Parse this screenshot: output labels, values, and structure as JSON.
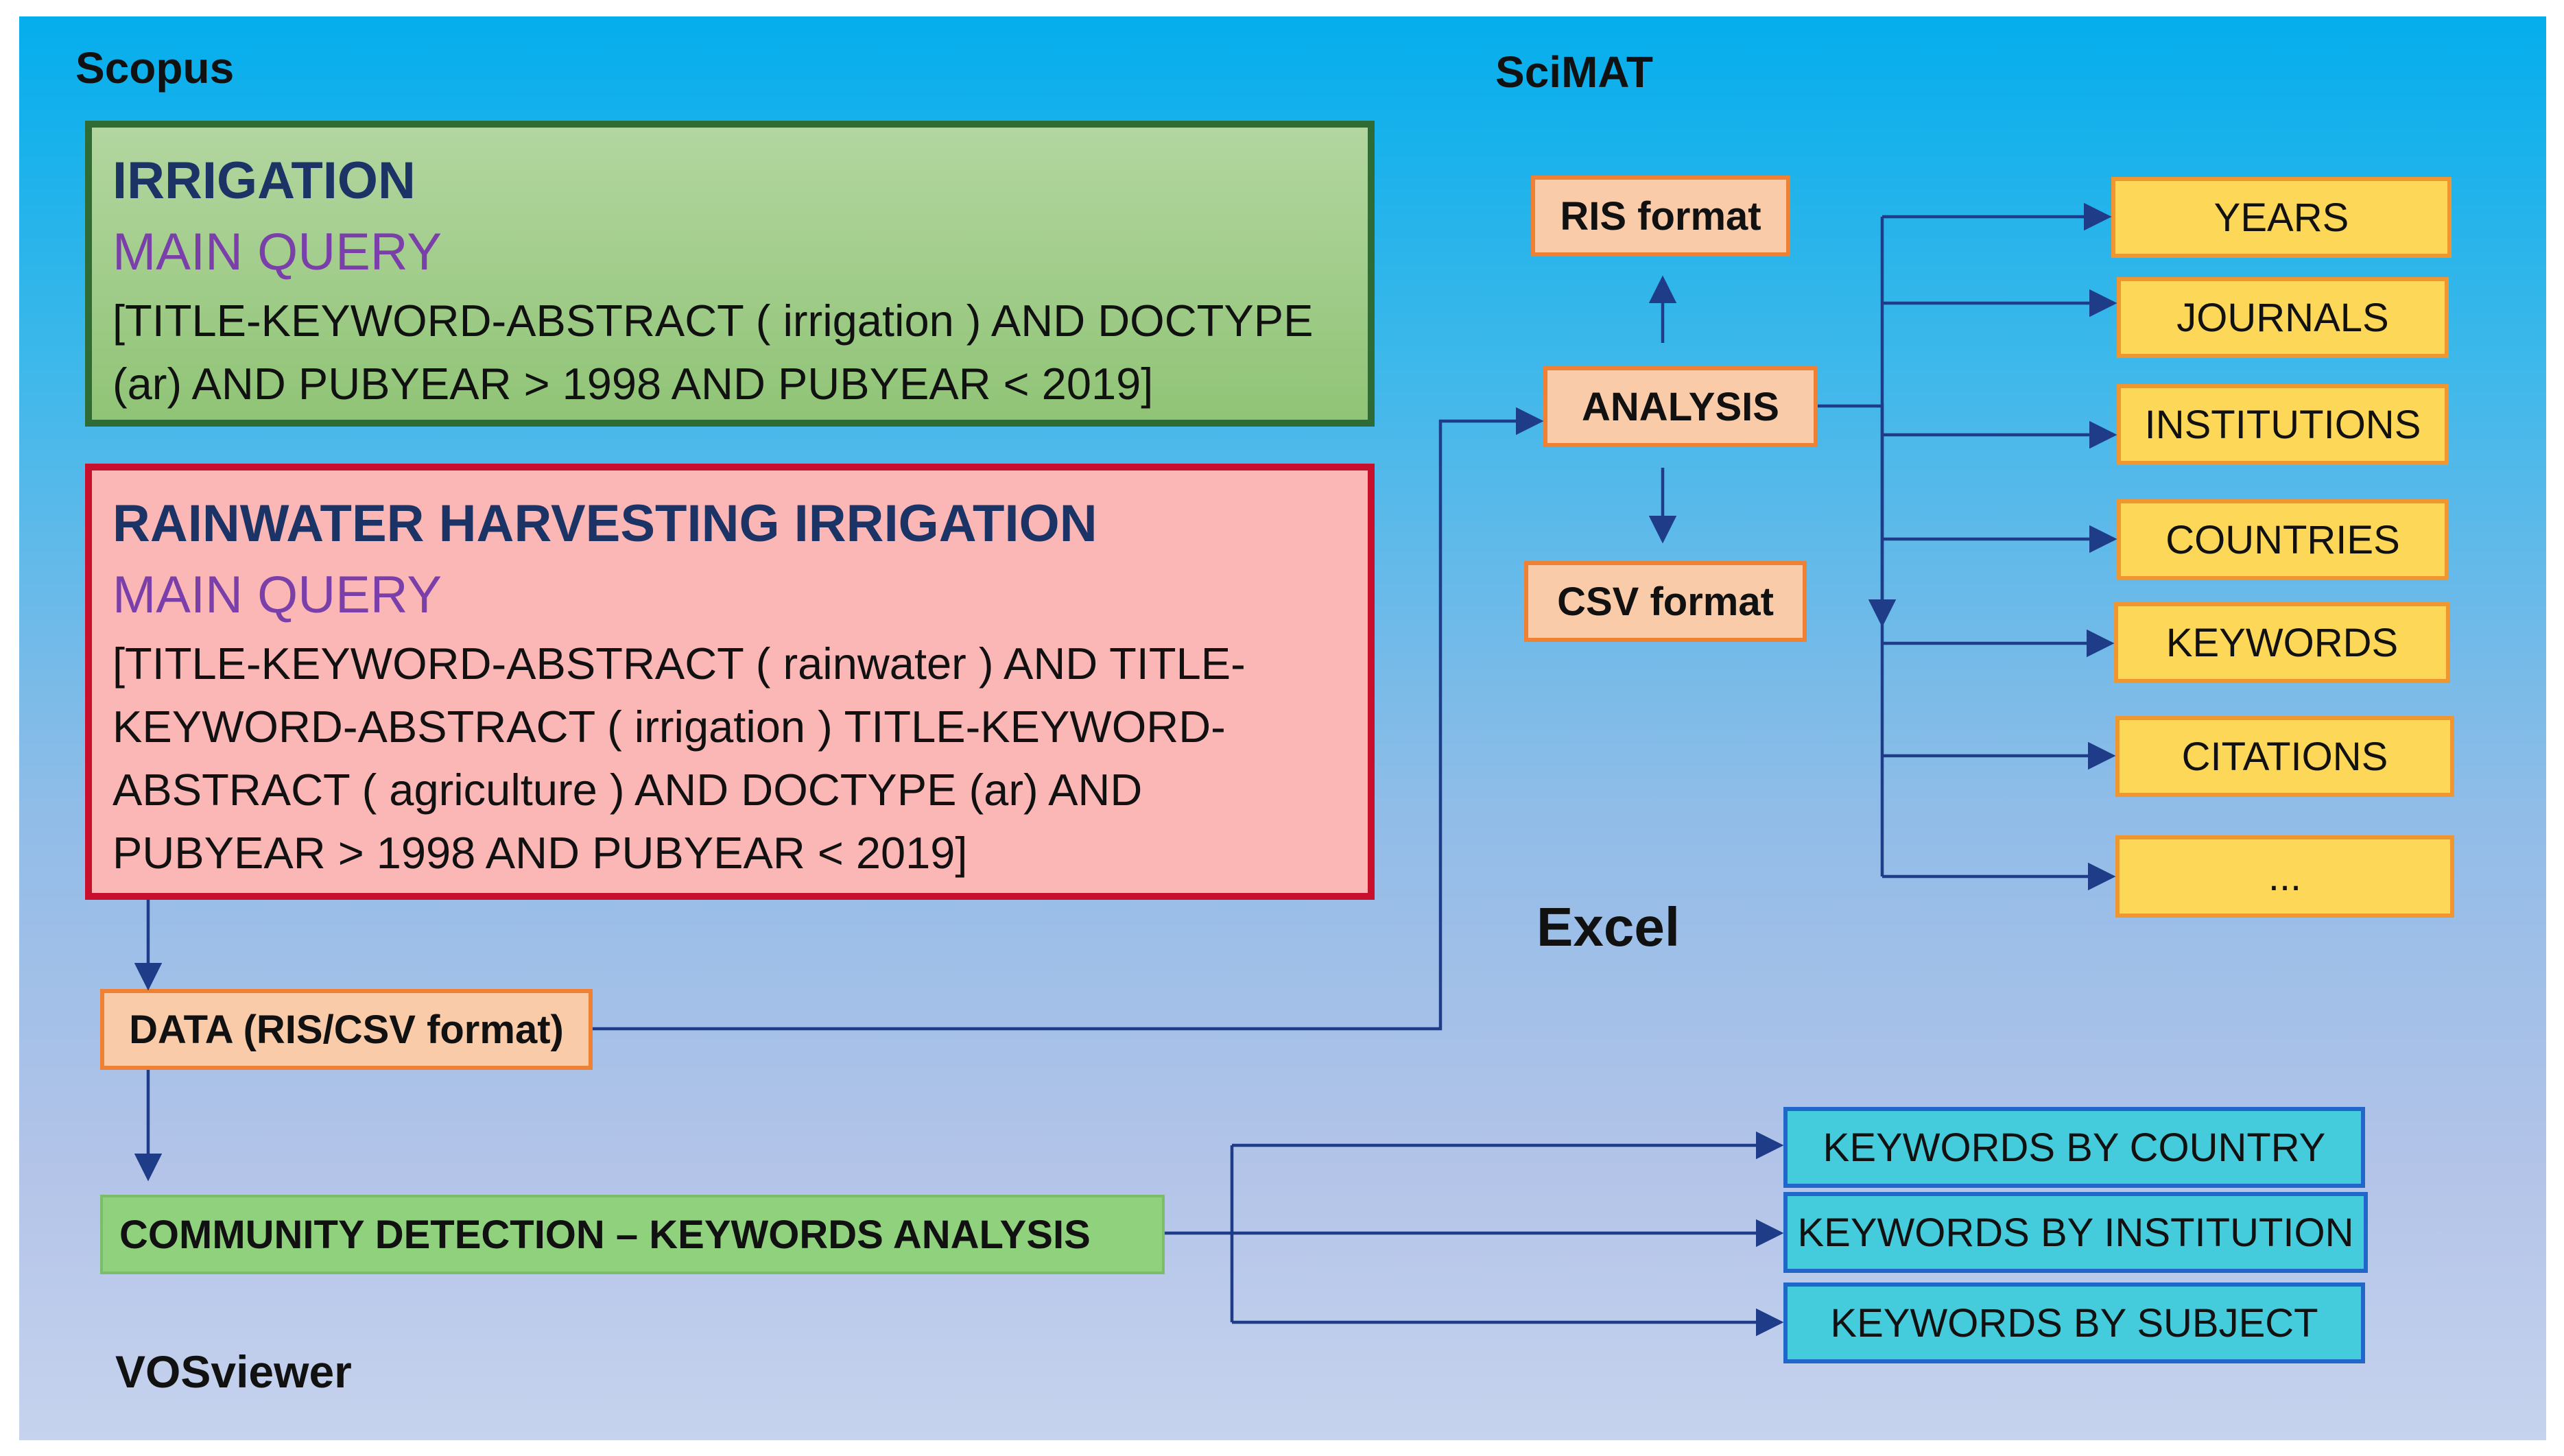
{
  "sections": {
    "scopus": "Scopus",
    "scimat": "SciMAT",
    "excel": "Excel",
    "vosviewer": "VOSviewer"
  },
  "irrigation_query": {
    "title": "IRRIGATION",
    "subtitle": "MAIN QUERY",
    "text": "[TITLE-KEYWORD-ABSTRACT ( irrigation ) AND DOCTYPE\n(ar)  AND PUBYEAR > 1998 AND PUBYEAR < 2019]"
  },
  "rainwater_query": {
    "title": "RAINWATER HARVESTING IRRIGATION",
    "subtitle": "MAIN QUERY",
    "text": "[TITLE-KEYWORD-ABSTRACT ( rainwater )  AND  TITLE-\nKEYWORD-ABSTRACT ( irrigation )  TITLE-KEYWORD-\nABSTRACT ( agriculture ) AND DOCTYPE (ar) AND\nPUBYEAR > 1998 AND PUBYEAR < 2019]"
  },
  "flow": {
    "data": "DATA (RIS/CSV format)",
    "ris": "RIS format",
    "analysis": "ANALYSIS",
    "csv": "CSV format",
    "community": "COMMUNITY DETECTION – KEYWORDS ANALYSIS"
  },
  "analysis_outputs": [
    "YEARS",
    "JOURNALS",
    "INSTITUTIONS",
    "COUNTRIES",
    "KEYWORDS",
    "CITATIONS",
    "..."
  ],
  "keyword_outputs": [
    "KEYWORDS BY COUNTRY",
    "KEYWORDS BY INSTITUTION",
    "KEYWORDS BY SUBJECT"
  ],
  "colors": {
    "irrigation_box_fill": "#9fcf86",
    "irrigation_box_border": "#2f6b34",
    "rainwater_box_fill": "#fbb6b6",
    "rainwater_box_border": "#c8102e",
    "orange_box_fill": "#f9cba8",
    "orange_box_border": "#ee8134",
    "yellow_box_fill": "#fdd757",
    "cyan_box_fill": "#45ccdc",
    "connector": "#1f3c88"
  }
}
